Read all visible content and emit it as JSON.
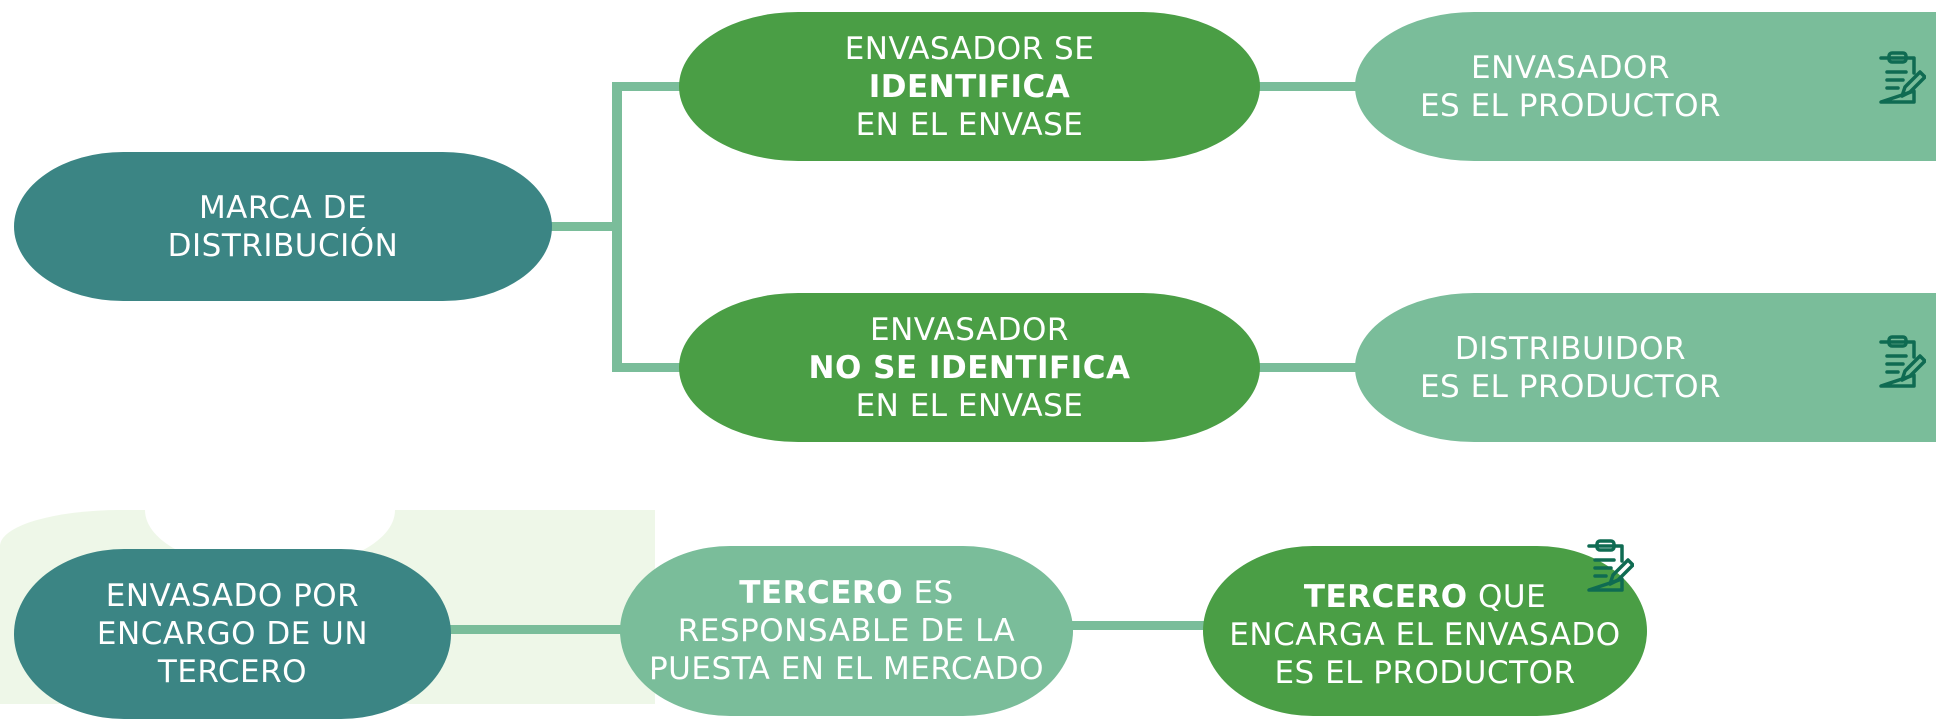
{
  "top": {
    "root": {
      "line1": "MARCA DE",
      "line2": "DISTRIBUCIÓN"
    },
    "branch1": {
      "line1": "ENVASADOR SE",
      "line2_bold": "IDENTIFICA",
      "line3": "EN EL ENVASE"
    },
    "branch2": {
      "line1": "ENVASADOR",
      "line2_bold": "NO SE IDENTIFICA",
      "line3": "EN EL ENVASE"
    },
    "result1": {
      "line1": "ENVASADOR",
      "line2": "ES EL PRODUCTOR",
      "icon": "clipboard-edit-icon"
    },
    "result2": {
      "line1": "DISTRIBUIDOR",
      "line2": "ES EL PRODUCTOR",
      "icon": "clipboard-edit-icon"
    }
  },
  "bottom": {
    "root": {
      "line1": "ENVASADO POR",
      "line2": "ENCARGO DE UN",
      "line3": "TERCERO"
    },
    "middle": {
      "bold": "TERCERO",
      "line1_rest": " ES",
      "line2": "RESPONSABLE DE LA",
      "line3": "PUESTA EN EL MERCADO"
    },
    "result": {
      "bold": "TERCERO",
      "line1_rest": " QUE",
      "line2": "ENCARGA EL ENVASADO",
      "line3": "ES EL PRODUCTOR",
      "icon": "clipboard-edit-icon"
    }
  },
  "colors": {
    "teal": "#3b8584",
    "green": "#4a9e45",
    "light_green": "#7abd9a",
    "background_tint": "#eef7e8",
    "icon_color": "#0f6b52"
  }
}
